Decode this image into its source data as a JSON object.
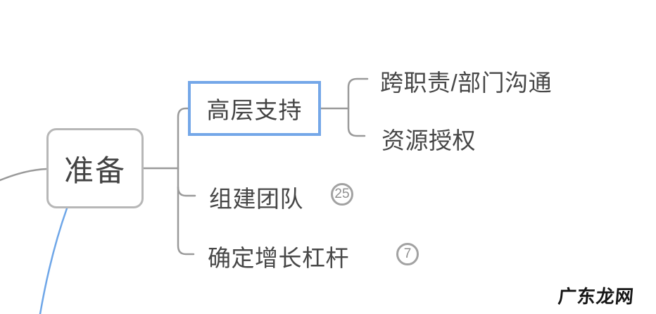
{
  "colors": {
    "connector_gray": "#9a9a9a",
    "node_border_gray": "#b7b7b7",
    "text_dark": "#434343",
    "selection_blue": "#74a7e8",
    "curve_blue": "#6ea6e8",
    "badge_border": "#a2a2a2",
    "badge_text": "#8f8f8f"
  },
  "mindmap": {
    "root": {
      "label": "准备"
    },
    "branches": [
      {
        "label": "高层支持",
        "selected": true,
        "children": [
          {
            "label": "跨职责/部门沟通"
          },
          {
            "label": "资源授权"
          }
        ]
      },
      {
        "label": "组建团队",
        "badge": "25"
      },
      {
        "label": "确定增长杠杆",
        "badge": "7"
      }
    ]
  },
  "watermark": {
    "text": "广东龙网"
  }
}
